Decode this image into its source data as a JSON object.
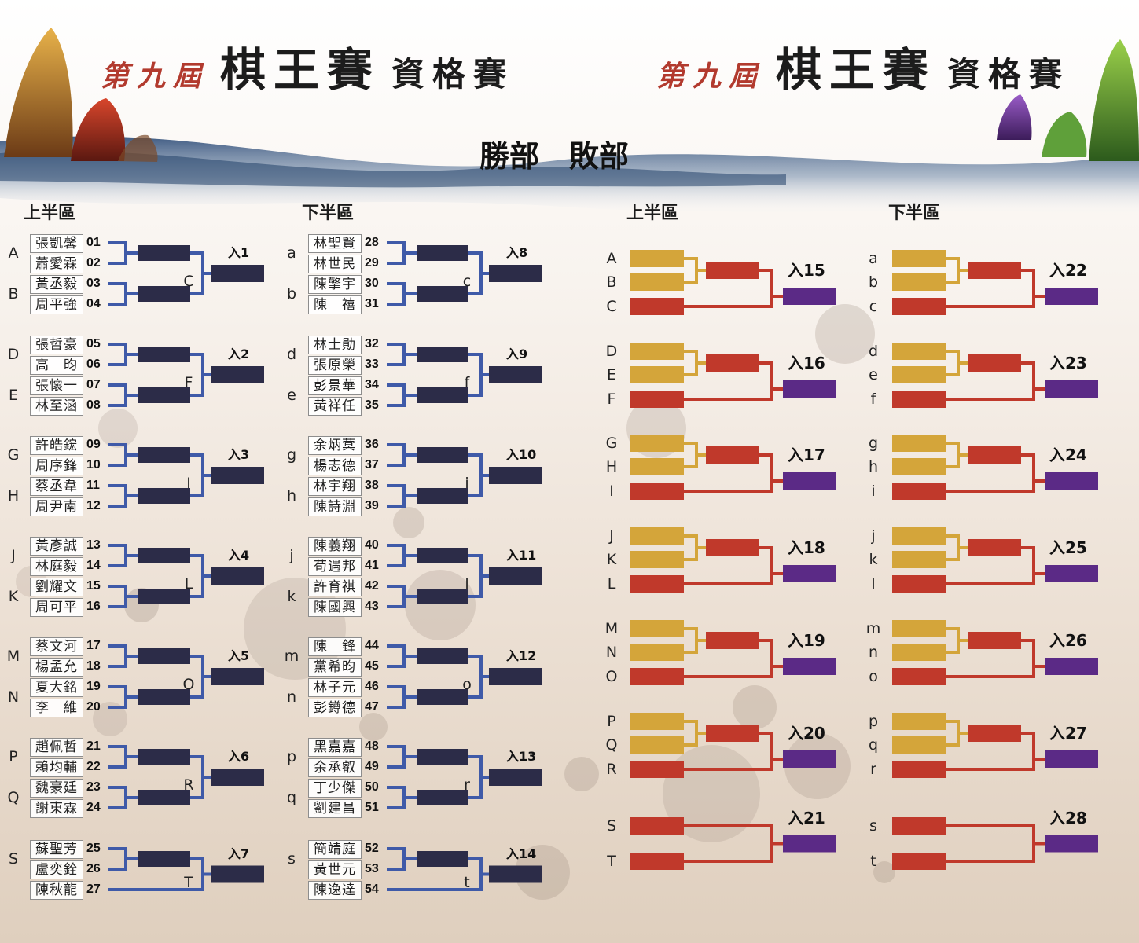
{
  "header": {
    "title_left": {
      "small": "第九屆",
      "big": "棋王賽",
      "mid": "資格賽"
    },
    "title_right": {
      "small": "第九屆",
      "big": "棋王賽",
      "mid": "資格賽"
    },
    "page_heading": "勝部　敗部"
  },
  "colors": {
    "winners_line": "#3f5aa8",
    "winners_slot": "#2c2c48",
    "losers_gold": "#d4a53a",
    "losers_red": "#c0392b",
    "losers_entry": "#5b2a86",
    "title_red": "#b23a2e"
  },
  "winners": {
    "columns": [
      {
        "label": "上半區",
        "blocks": [
          {
            "players": [
              {
                "name": "張凱馨",
                "seed": "01"
              },
              {
                "name": "蕭愛霖",
                "seed": "02"
              },
              {
                "name": "黃丞毅",
                "seed": "03"
              },
              {
                "name": "周平強",
                "seed": "04"
              }
            ],
            "pair_letters": [
              "A",
              "B"
            ],
            "mid_letter": "C",
            "entry": "入1"
          },
          {
            "players": [
              {
                "name": "張哲豪",
                "seed": "05"
              },
              {
                "name": "高　昀",
                "seed": "06"
              },
              {
                "name": "張懷一",
                "seed": "07"
              },
              {
                "name": "林至涵",
                "seed": "08"
              }
            ],
            "pair_letters": [
              "D",
              "E"
            ],
            "mid_letter": "F",
            "entry": "入2"
          },
          {
            "players": [
              {
                "name": "許皓鋐",
                "seed": "09"
              },
              {
                "name": "周序鋒",
                "seed": "10"
              },
              {
                "name": "蔡丞韋",
                "seed": "11"
              },
              {
                "name": "周尹南",
                "seed": "12"
              }
            ],
            "pair_letters": [
              "G",
              "H"
            ],
            "mid_letter": "I",
            "entry": "入3"
          },
          {
            "players": [
              {
                "name": "黃彥誠",
                "seed": "13"
              },
              {
                "name": "林庭毅",
                "seed": "14"
              },
              {
                "name": "劉耀文",
                "seed": "15"
              },
              {
                "name": "周可平",
                "seed": "16"
              }
            ],
            "pair_letters": [
              "J",
              "K"
            ],
            "mid_letter": "L",
            "entry": "入4"
          },
          {
            "players": [
              {
                "name": "蔡文河",
                "seed": "17"
              },
              {
                "name": "楊孟允",
                "seed": "18"
              },
              {
                "name": "夏大銘",
                "seed": "19"
              },
              {
                "name": "李　維",
                "seed": "20"
              }
            ],
            "pair_letters": [
              "M",
              "N"
            ],
            "mid_letter": "O",
            "entry": "入5"
          },
          {
            "players": [
              {
                "name": "趙佩哲",
                "seed": "21"
              },
              {
                "name": "賴均輔",
                "seed": "22"
              },
              {
                "name": "魏豪廷",
                "seed": "23"
              },
              {
                "name": "謝東霖",
                "seed": "24"
              }
            ],
            "pair_letters": [
              "P",
              "Q"
            ],
            "mid_letter": "R",
            "entry": "入6"
          },
          {
            "players": [
              {
                "name": "蘇聖芳",
                "seed": "25"
              },
              {
                "name": "盧奕銓",
                "seed": "26"
              },
              {
                "name": "陳秋龍",
                "seed": "27"
              }
            ],
            "pair_letters": [
              "S"
            ],
            "mid_letter": "T",
            "entry": "入7"
          }
        ]
      },
      {
        "label": "下半區",
        "blocks": [
          {
            "players": [
              {
                "name": "林聖賢",
                "seed": "28"
              },
              {
                "name": "林世民",
                "seed": "29"
              },
              {
                "name": "陳擎宇",
                "seed": "30"
              },
              {
                "name": "陳　禧",
                "seed": "31"
              }
            ],
            "pair_letters": [
              "a",
              "b"
            ],
            "mid_letter": "c",
            "entry": "入8"
          },
          {
            "players": [
              {
                "name": "林士勛",
                "seed": "32"
              },
              {
                "name": "張原榮",
                "seed": "33"
              },
              {
                "name": "彭景華",
                "seed": "34"
              },
              {
                "name": "黃祥任",
                "seed": "35"
              }
            ],
            "pair_letters": [
              "d",
              "e"
            ],
            "mid_letter": "f",
            "entry": "入9"
          },
          {
            "players": [
              {
                "name": "余炳蓂",
                "seed": "36"
              },
              {
                "name": "楊志德",
                "seed": "37"
              },
              {
                "name": "林宇翔",
                "seed": "38"
              },
              {
                "name": "陳詩淵",
                "seed": "39"
              }
            ],
            "pair_letters": [
              "g",
              "h"
            ],
            "mid_letter": "i",
            "entry": "入10"
          },
          {
            "players": [
              {
                "name": "陳義翔",
                "seed": "40"
              },
              {
                "name": "苟遇邦",
                "seed": "41"
              },
              {
                "name": "許育祺",
                "seed": "42"
              },
              {
                "name": "陳國興",
                "seed": "43"
              }
            ],
            "pair_letters": [
              "j",
              "k"
            ],
            "mid_letter": "l",
            "entry": "入11"
          },
          {
            "players": [
              {
                "name": "陳　鋒",
                "seed": "44"
              },
              {
                "name": "黨希昀",
                "seed": "45"
              },
              {
                "name": "林子元",
                "seed": "46"
              },
              {
                "name": "彭鐏德",
                "seed": "47"
              }
            ],
            "pair_letters": [
              "m",
              "n"
            ],
            "mid_letter": "o",
            "entry": "入12"
          },
          {
            "players": [
              {
                "name": "黑嘉嘉",
                "seed": "48"
              },
              {
                "name": "余承叡",
                "seed": "49"
              },
              {
                "name": "丁少傑",
                "seed": "50"
              },
              {
                "name": "劉建昌",
                "seed": "51"
              }
            ],
            "pair_letters": [
              "p",
              "q"
            ],
            "mid_letter": "r",
            "entry": "入13"
          },
          {
            "players": [
              {
                "name": "簡靖庭",
                "seed": "52"
              },
              {
                "name": "黃世元",
                "seed": "53"
              },
              {
                "name": "陳逸達",
                "seed": "54"
              }
            ],
            "pair_letters": [
              "s"
            ],
            "mid_letter": "t",
            "entry": "入14"
          }
        ]
      }
    ]
  },
  "losers": {
    "columns": [
      {
        "label": "上半區",
        "blocks": [
          {
            "letters": [
              "A",
              "B",
              "C"
            ],
            "entry": "入15"
          },
          {
            "letters": [
              "D",
              "E",
              "F"
            ],
            "entry": "入16"
          },
          {
            "letters": [
              "G",
              "H",
              "I"
            ],
            "entry": "入17"
          },
          {
            "letters": [
              "J",
              "K",
              "L"
            ],
            "entry": "入18"
          },
          {
            "letters": [
              "M",
              "N",
              "O"
            ],
            "entry": "入19"
          },
          {
            "letters": [
              "P",
              "Q",
              "R"
            ],
            "entry": "入20"
          },
          {
            "letters": [
              "S",
              "T"
            ],
            "entry": "入21"
          }
        ]
      },
      {
        "label": "下半區",
        "blocks": [
          {
            "letters": [
              "a",
              "b",
              "c"
            ],
            "entry": "入22"
          },
          {
            "letters": [
              "d",
              "e",
              "f"
            ],
            "entry": "入23"
          },
          {
            "letters": [
              "g",
              "h",
              "i"
            ],
            "entry": "入24"
          },
          {
            "letters": [
              "j",
              "k",
              "l"
            ],
            "entry": "入25"
          },
          {
            "letters": [
              "m",
              "n",
              "o"
            ],
            "entry": "入26"
          },
          {
            "letters": [
              "p",
              "q",
              "r"
            ],
            "entry": "入27"
          },
          {
            "letters": [
              "s",
              "t"
            ],
            "entry": "入28"
          }
        ]
      }
    ]
  }
}
